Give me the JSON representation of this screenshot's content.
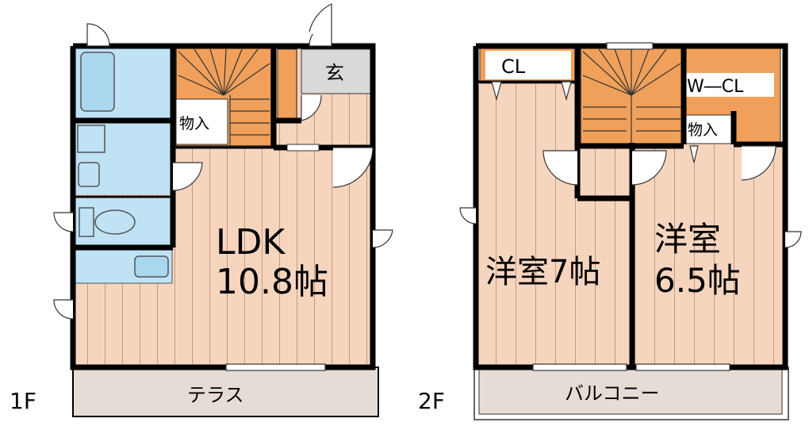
{
  "floors": [
    {
      "id": "1f",
      "label": "1F",
      "rooms": {
        "ldk_name": "LDK",
        "ldk_size": "10.8帖",
        "storage": "物入",
        "entrance": "玄",
        "terrace": "テラス"
      }
    },
    {
      "id": "2f",
      "label": "2F",
      "rooms": {
        "closet": "CL",
        "walkin_closet": "W―CL",
        "storage": "物入",
        "west_room_line1": "洋室",
        "west_room_line2": "6.5帖",
        "center_room": "洋室7帖",
        "balcony": "バルコニー"
      }
    }
  ],
  "colors": {
    "floor_wood": "#f6d5bf",
    "stair": "#f0a05a",
    "wet_area": "#bfe2f4",
    "closet": "#f0a05a",
    "terrace": "#e6dcd6",
    "wall": "#000000",
    "entrance_tile": "#d9d9d9"
  }
}
